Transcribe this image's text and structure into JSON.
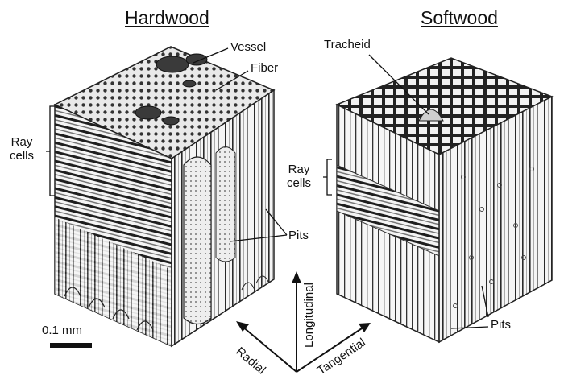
{
  "titles": {
    "hardwood": "Hardwood",
    "softwood": "Softwood"
  },
  "labels": {
    "vessel": "Vessel",
    "fiber": "Fiber",
    "tracheid": "Tracheid",
    "ray_cells_line1": "Ray",
    "ray_cells_line2": "cells",
    "pits": "Pits"
  },
  "axes": {
    "longitudinal": "Longitudinal",
    "radial": "Radial",
    "tangential": "Tangential"
  },
  "scale_bar": {
    "label": "0.1 mm"
  }
}
